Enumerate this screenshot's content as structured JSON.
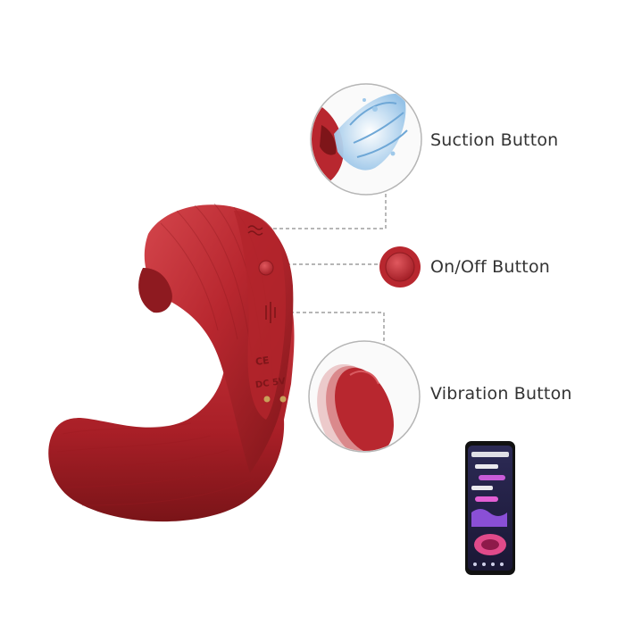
{
  "callouts": {
    "suction": {
      "label": "Suction Button"
    },
    "onoff": {
      "label": "On/Off Button"
    },
    "vibration": {
      "label": "Vibration Button"
    }
  },
  "device_markings": {
    "ce": "CE",
    "dc": "DC 5V"
  },
  "colors": {
    "device_red": "#b8272f",
    "device_highlight": "#d84a50",
    "device_shadow": "#7e1519",
    "leader_line": "#8a8a8a",
    "circle_border": "#b5b5b5",
    "label_text": "#333333",
    "water": "#9fc9ea"
  },
  "icons": [
    "suction-icon",
    "power-icon",
    "vibration-icon"
  ]
}
